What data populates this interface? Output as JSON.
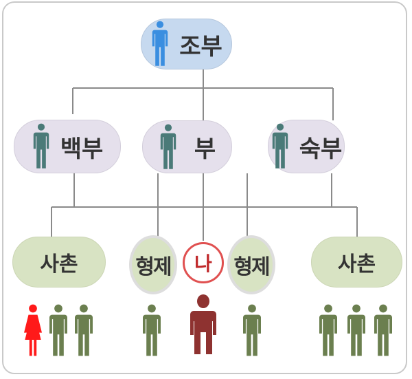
{
  "title": "친족 관계도",
  "nodes": {
    "grandfather": "조부",
    "uncle_elder": "백부",
    "father": "부",
    "uncle_younger": "숙부",
    "cousin_left": "사촌",
    "sibling_left": "형제",
    "me": "나",
    "sibling_right": "형제",
    "cousin_right": "사촌"
  },
  "colors": {
    "grandfather_icon": "#3a8ee0",
    "parent_icon": "#4a7a78",
    "child_icon": "#6b7f4f",
    "female_icon": "#ff1a1a",
    "me_icon": "#8e3230",
    "line": "#8a8a8a"
  }
}
